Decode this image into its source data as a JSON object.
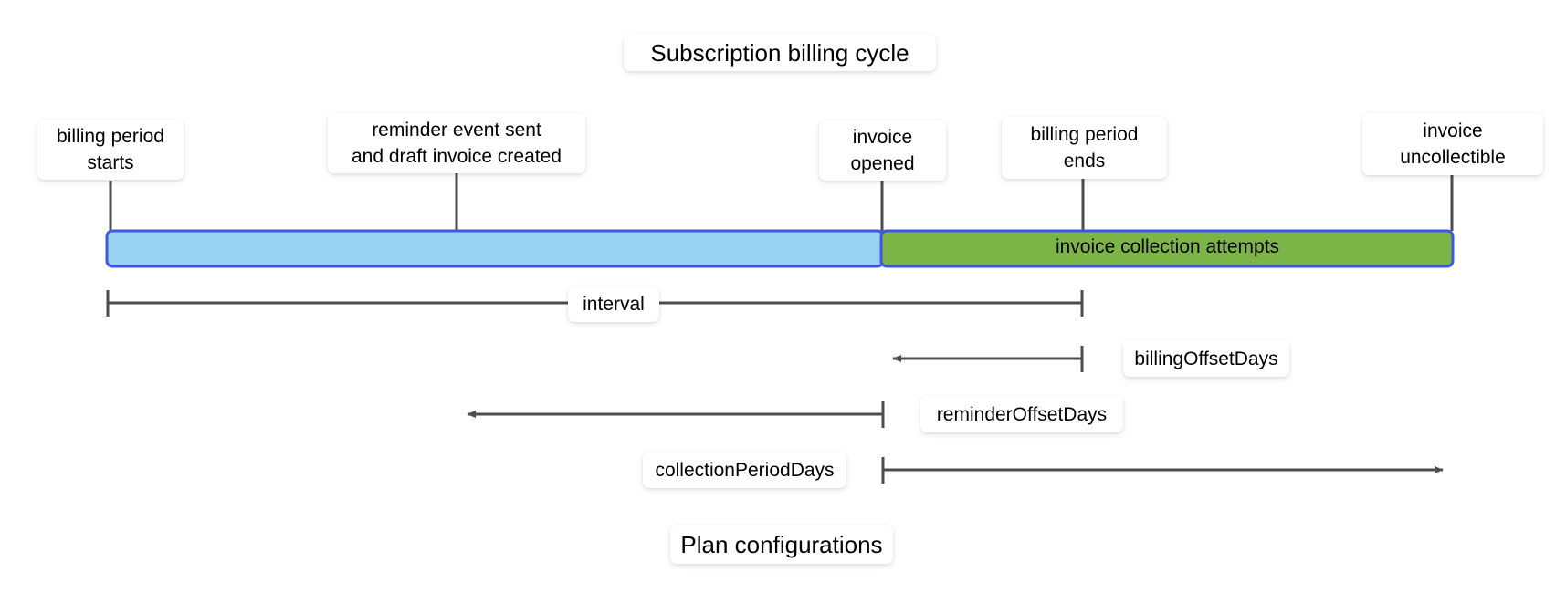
{
  "title": "Subscription billing cycle",
  "footer_title": "Plan configurations",
  "colors": {
    "billing_bar": "#9bd3f3",
    "collection_bar": "#7cb547",
    "bar_border": "#3f57e6",
    "line": "#4d4d4d"
  },
  "events": {
    "period_start": "billing period\nstarts",
    "reminder": "reminder event sent\nand draft invoice created",
    "invoice_opened": "invoice\nopened",
    "period_end": "billing period\nends",
    "uncollectible": "invoice\nuncollectible"
  },
  "bar": {
    "collection_label": "invoice collection attempts"
  },
  "configs": {
    "interval": "interval",
    "billing_offset": "billingOffsetDays",
    "reminder_offset": "reminderOffsetDays",
    "collection_period": "collectionPeriodDays"
  }
}
